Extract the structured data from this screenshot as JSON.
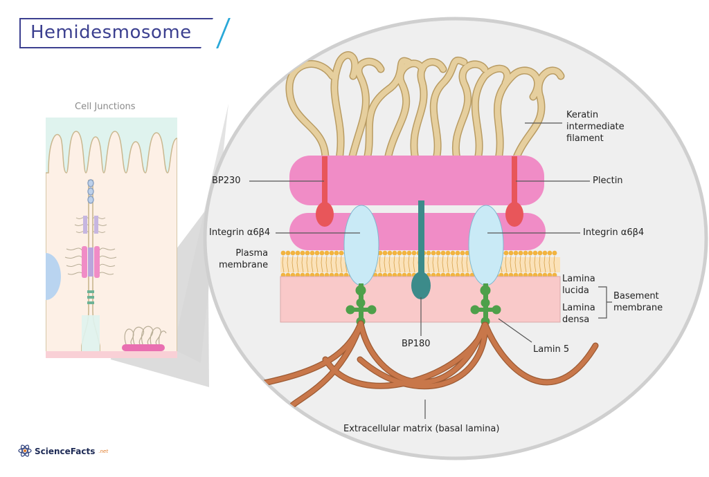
{
  "title": "Hemidesmosome",
  "inset_label": "Cell Junctions",
  "labels": {
    "keratin": [
      "Keratin",
      "intermediate",
      "filament"
    ],
    "bp230": "BP230",
    "plectin": "Plectin",
    "integrin_left": "Integrin α6β4",
    "integrin_right": "Integrin α6β4",
    "plasma_membrane": [
      "Plasma",
      "membrane"
    ],
    "lamina_lucida": [
      "Lamina",
      "lucida"
    ],
    "lamina_densa": [
      "Lamina",
      "densa"
    ],
    "basement_membrane": [
      "Basement",
      "membrane"
    ],
    "bp180": "BP180",
    "lamin5": "Lamin 5",
    "ecm": "Extracellular matrix (basal lamina)"
  },
  "logo": {
    "text": "ScienceFacts",
    "suffix": ".net",
    "icon": "atom-icon"
  },
  "colors": {
    "plaque": "#f08cc6",
    "filament": "#e6cf9e",
    "filament_outline": "#b89b62",
    "integrin": "#c9eaf6",
    "bp230": "#e8565a",
    "bp180": "#3c8b8a",
    "laminin": "#4ea04a",
    "ecm": "#c8774a",
    "lipid_head": "#f2b33f",
    "basement": "#f9c9c9",
    "title": "#3b3f8f"
  }
}
